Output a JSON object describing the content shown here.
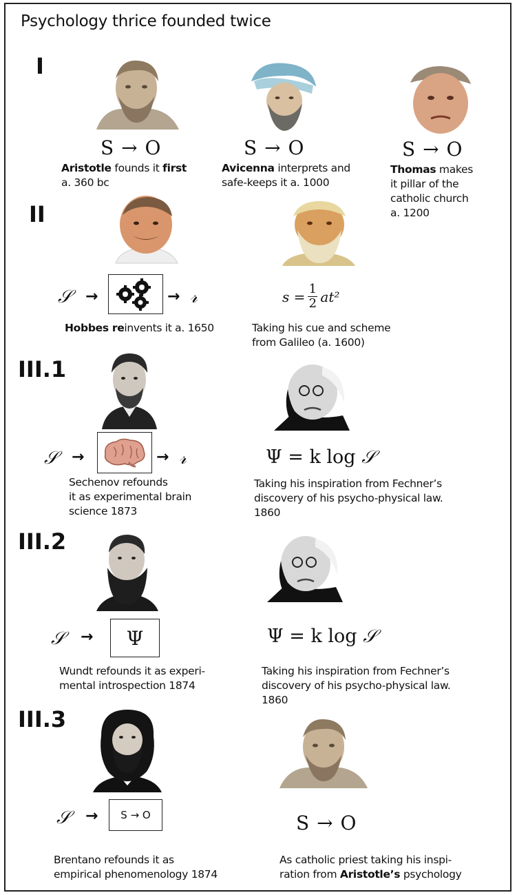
{
  "title": "Psychology thrice founded twice",
  "sections": {
    "s1": "I",
    "s2": "II",
    "s31": "III.1",
    "s32": "III.2",
    "s33": "III.3"
  },
  "so_formula": "S → O",
  "box_so": "S → O",
  "box_psi": "Ψ",
  "stim_symbol": "𝒮",
  "resp_symbol": "𝓇",
  "arrow": "→",
  "galileo_formula": {
    "lhs": "s =",
    "num": "1",
    "den": "2",
    "rhs": "at²"
  },
  "fechner_formula": {
    "lhs": "Ψ = k log",
    "sym": "𝒮"
  },
  "captions": {
    "aristotle": {
      "name": "Aristotle",
      "mid": " founds it ",
      "em": "first",
      "rest": "a. 360 bc"
    },
    "avicenna": {
      "name": "Avicenna",
      "line1": " interprets and",
      "line2": "safe-keeps it a. 1000"
    },
    "thomas": {
      "name": "Thomas",
      "line1": " makes",
      "line2": "it pillar of the",
      "line3": "catholic church",
      "line4": "a. 1200"
    },
    "hobbes": {
      "name": "Hobbes re",
      "rest": "invents it a. 1650"
    },
    "galileo": {
      "line1": "Taking his cue and scheme",
      "line2": "from Galileo (a. 1600)"
    },
    "sechenov": {
      "name": "Sechenov",
      "line1": " refounds",
      "line2": "it as experimental brain",
      "line3": "science 1873"
    },
    "fechner1": {
      "line1a": "Taking his inspiration from ",
      "name": "Fechner",
      "line1b": "’s",
      "line2": "discovery of his psycho-physical law.",
      "line3": "1860"
    },
    "wundt": {
      "name": "Wundt refounds",
      "line1": " it as experi-",
      "line2": "mental introspection 1874"
    },
    "fechner2": {
      "line1a": "Taking his inspiration from ",
      "name": "Fechner’s",
      "line2": "discovery of his psycho-physical law.",
      "line3": "1860"
    },
    "brentano": {
      "name": "Brentano",
      "line1": " refounds it as",
      "line2": "empirical phenomenology 1874"
    },
    "aristotle2": {
      "line1": "As catholic priest taking his inspi-",
      "line2a": "ration from ",
      "name": "Aristotle’s",
      "line2b": " psychology"
    }
  }
}
